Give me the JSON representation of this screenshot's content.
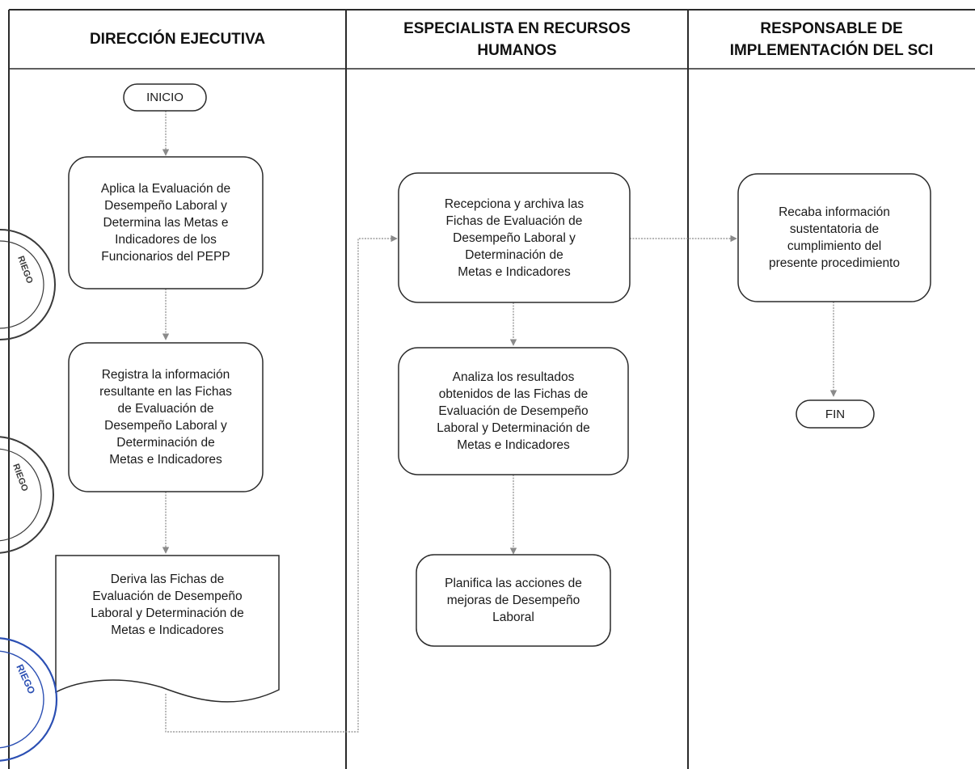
{
  "lanes": [
    {
      "id": "direccion",
      "title": "DIRECCIÓN EJECUTIVA"
    },
    {
      "id": "rrhh",
      "title": "ESPECIALISTA EN RECURSOS\nHUMANOS"
    },
    {
      "id": "sci",
      "title": "RESPONSABLE DE\nIMPLEMENTACIÓN DEL SCI"
    }
  ],
  "nodes": {
    "inicio": "INICIO",
    "aplica": "Aplica la Evaluación de\nDesempeño Laboral y\nDetermina las Metas e\nIndicadores de los\nFuncionarios del PEPP",
    "registra": "Registra la información\nresultante en las Fichas\nde Evaluación de\nDesempeño Laboral y\nDeterminación de\nMetas e Indicadores",
    "deriva": "Deriva las Fichas de\nEvaluación de Desempeño\nLaboral y Determinación de\nMetas e Indicadores",
    "recepciona": "Recepciona y archiva las\nFichas de Evaluación de\nDesempeño Laboral y\nDeterminación de\nMetas e Indicadores",
    "analiza": "Analiza los resultados\nobtenidos de las Fichas de\nEvaluación de Desempeño\nLaboral y Determinación de\nMetas e Indicadores",
    "planifica": "Planifica las acciones de\nmejoras de Desempeño\nLaboral",
    "recaba": "Recaba información\nsustentatoria de\ncumplimiento del\npresente procedimiento",
    "fin": "FIN"
  },
  "stamps": {
    "top_left": "RIEGO",
    "middle_left": "RIEGO",
    "bottom_left": "RIEGO"
  },
  "colors": {
    "line": "#2a2a2a",
    "connector": "#8a8a8a",
    "stamp_dark": "#3a3a3a",
    "stamp_blue": "#2b4fb3"
  }
}
